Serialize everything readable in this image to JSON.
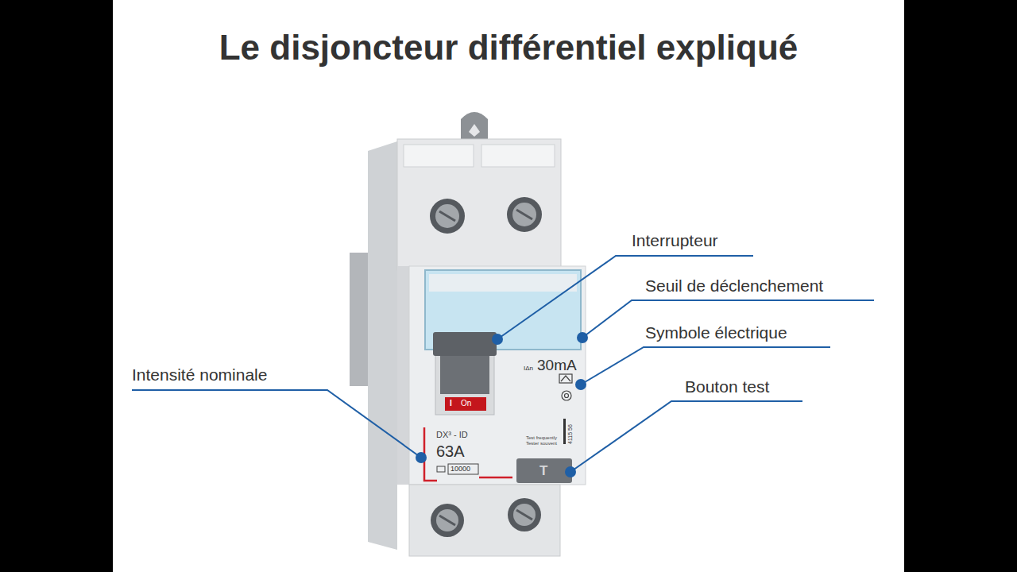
{
  "diagram": {
    "title": "Le disjoncteur différentiel expliqué",
    "labels": [
      "Interrupteur",
      "Seuil de déclenchement",
      "Symbole électrique",
      "Bouton test",
      "Intensité nominale",
      "IΔn",
      "30mA",
      "I",
      "On",
      "DX³ - ID",
      "63A",
      "10000",
      "Test frequently",
      "Tester souvent",
      "4115 56",
      "T"
    ]
  }
}
